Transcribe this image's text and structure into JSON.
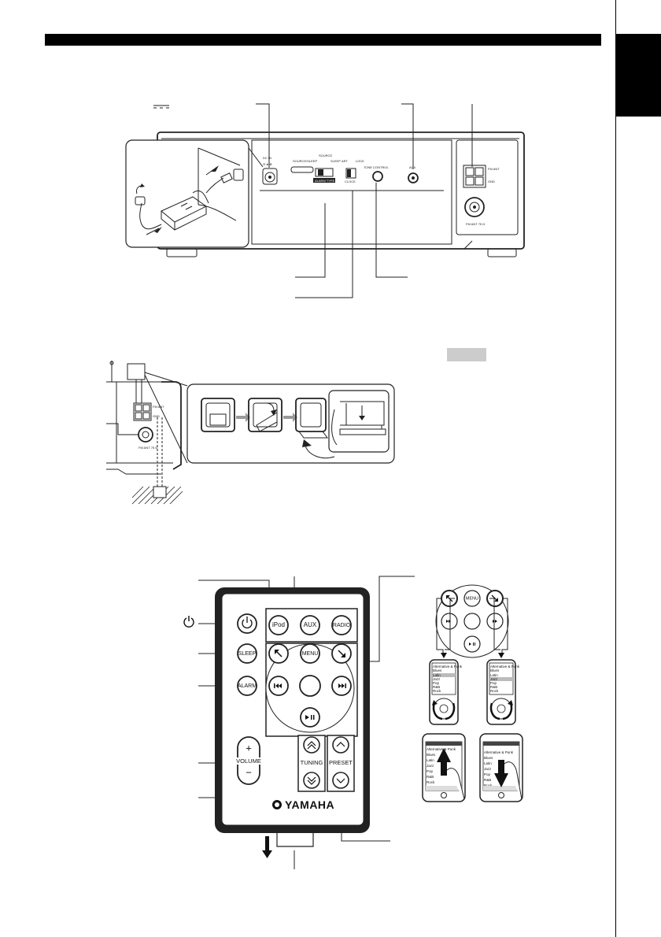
{
  "device": {
    "dc_in_label": "DC IN",
    "source_label": "SOURCE",
    "source_sleep_label": "SOURCE/SLEEP",
    "sleep_label": "SLEEP",
    "alarm_type_label": "ALARM TYPE",
    "art_label": "ART",
    "lock_label": "LOCK",
    "clock_label": "CLOCK",
    "tone_control_label": "TONE CONTROL",
    "aux_label": "AUX",
    "fm_ant_label": "FM ANT",
    "gnd_label": "GND",
    "fm_ant_75_label": "FM ANT 75 Ω"
  },
  "remote": {
    "buttons": {
      "ipod": "iPod",
      "aux": "AUX",
      "radio": "RADIO",
      "sleep": "SLEEP",
      "alarm": "ALARM",
      "menu": "MENU",
      "volume": "VOLUME",
      "volume_plus": "+",
      "volume_minus": "−",
      "tuning": "TUNING",
      "preset": "PRESET"
    },
    "brand": "YAMAHA"
  },
  "ipod_demo": {
    "menu_label": "MENU",
    "list_items": [
      "Alternative & Punk",
      "Blues",
      "Latin",
      "Jazz",
      "Pop",
      "R&B",
      "Rock"
    ]
  },
  "icons": [
    "power-icon",
    "up-left-arrow-icon",
    "down-right-arrow-icon",
    "previous-icon",
    "next-icon",
    "play-pause-icon",
    "chevron-up-icon",
    "chevron-down-icon",
    "double-chevron-up-icon",
    "double-chevron-down-icon",
    "down-arrow-icon",
    "dc-symbol-icon"
  ]
}
